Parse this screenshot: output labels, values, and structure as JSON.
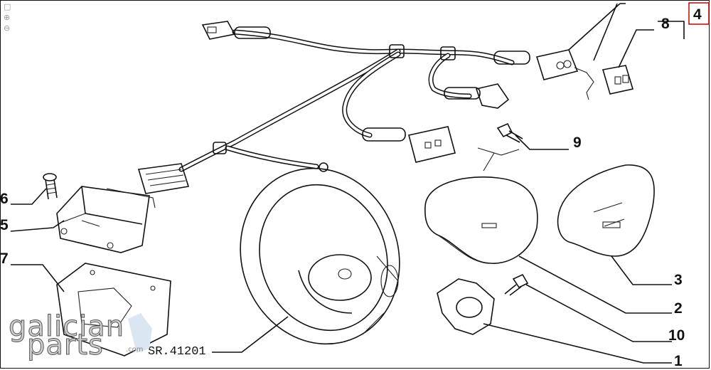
{
  "toolbar": {
    "icons": [
      "page-icon",
      "zoom-in-icon",
      "zoom-out-icon"
    ],
    "glyphs": [
      "□",
      "⊕",
      "⊖"
    ]
  },
  "callouts": {
    "n4": "4",
    "n8": "8",
    "n9": "9",
    "n6": "6",
    "n5": "5",
    "n7": "7",
    "n3": "3",
    "n2": "2",
    "n10": "10",
    "n1": "1"
  },
  "reference_text": "SR.41201",
  "watermark": {
    "line1": "galician",
    "line2": "parts",
    "suffix": ".com"
  },
  "colors": {
    "highlight_box": "#cc0000",
    "ink": "#111111"
  }
}
